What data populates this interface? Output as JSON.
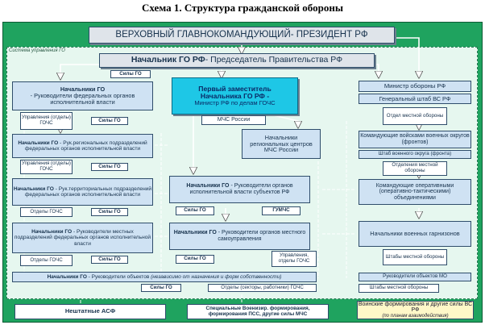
{
  "title": "Схема 1. Структура гражданской обороны",
  "system_label": "Система управления ГО",
  "supreme": {
    "bold": "ВЕРХОВНЫЙ ГЛАВНОКОМАНДУЮЩИЙ",
    "rest": " - ПРЕЗИДЕНТ РФ"
  },
  "chief": {
    "bold": "Начальник ГО РФ",
    "rest": " - Председатель Правительства РФ"
  },
  "first_deputy": {
    "line1": "Первый заместитель",
    "line2": "Начальника ГО РФ -",
    "line3": "Министр РФ по делам ГОЧС"
  },
  "mchs": "МЧС России",
  "regional": {
    "line1": "Начальники",
    "line2": "региональных центров",
    "line3": "МЧС России"
  },
  "forces": "Силы ГО",
  "gumchs": "ГУМЧС",
  "left": {
    "federal": {
      "bold": "Начальники ГО",
      "rest": " - Руководители федеральных органов исполнительной власти"
    },
    "federal_dept": "Управления (отделы) ГОЧС",
    "region": {
      "bold": "Начальники ГО",
      "rest": " - Рук.региональных подразделений федеральных органов исполнительной власти"
    },
    "region_dept": "Управления (отделы) ГОЧС",
    "territorial": {
      "bold": "Начальники ГО",
      "rest": " - Рук.территориальных подразделений федеральных органов исполнительной власти"
    },
    "territorial_dept": "Отделы ГОЧС",
    "local": {
      "bold": "Начальники ГО",
      "rest": " - Руководители местных подразделений федеральных органов исполнительной власти"
    },
    "local_dept": "Отделы ГОЧС"
  },
  "center": {
    "subjects": {
      "bold": "Начальники ГО",
      "rest": " - Руководители органов исполнительной власти субъектов РФ"
    },
    "municipal": {
      "bold": "Начальники ГО",
      "rest": " - Руководители органов местного самоуправления"
    },
    "municipal_dept": "Управления, отделы ГОЧС"
  },
  "right": {
    "minister": "Министр обороны РФ",
    "general_staff": "Генеральный штаб ВС РФ",
    "local_defense_dept": "Отдел местной обороны",
    "district_commanders": "Командующие войсками военных округов (фронтов)",
    "district_hq": "Штаб военного округа (фронта)",
    "local_defense_depts": "Отделения местной обороны",
    "operational_commanders": "Командующие оперативными (оперативно-тактическими) объединениями",
    "garrison_chiefs": "Начальники военных гарнизонов",
    "local_defense_hqs": "Штабы местной обороны",
    "mo_heads": "Руководители объектов МО",
    "local_defense_hq": "Штабы местной обороны"
  },
  "objects": {
    "bold": "Начальники ГО",
    "rest": " - Руководители объектов ",
    "italic": "(независимо от назначения и форм собственности)"
  },
  "departments_workers": "Отделы (секторы, работники) ГОЧС",
  "bottom": {
    "asf": "Нештатные АСФ",
    "permanent": "Специальные  Военизир. формирования, формирования  ПСС, другие силы МЧС",
    "military": "Воинские формирования и другие силы ВС РФ",
    "military_note": "(по планам взаимодействия)"
  }
}
